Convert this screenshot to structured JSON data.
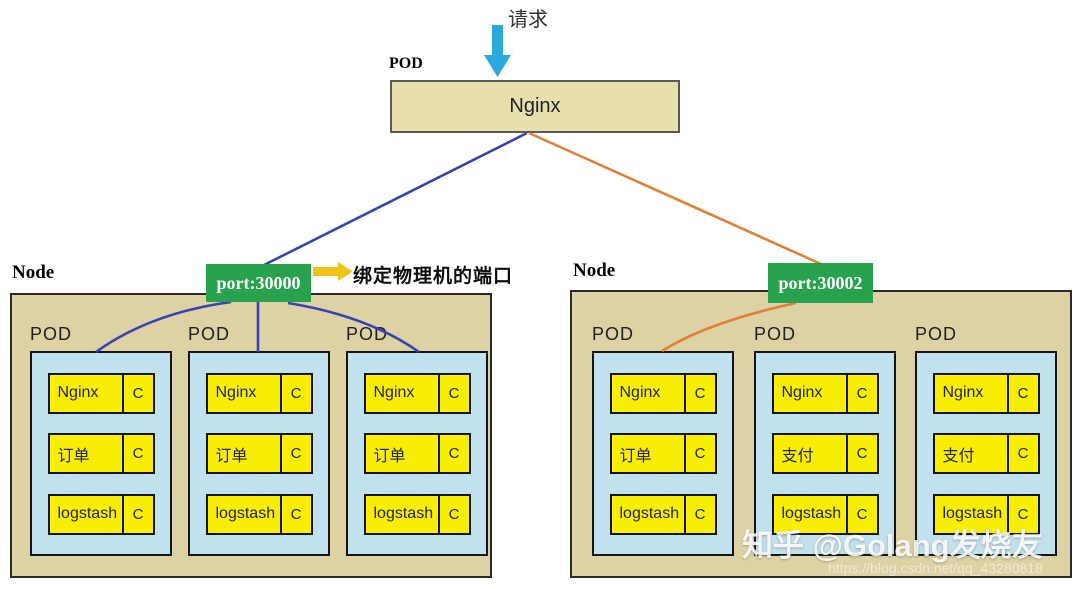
{
  "request": {
    "label": "请求"
  },
  "top_pod": {
    "label": "POD",
    "container": "Nginx"
  },
  "port_annotation": {
    "text": "绑定物理机的端口"
  },
  "nodes": [
    {
      "label": "Node",
      "port": "port:30000",
      "pods": [
        {
          "label": "POD",
          "containers": [
            {
              "name": "Nginx",
              "c": "C"
            },
            {
              "name": "订单",
              "c": "C"
            },
            {
              "name": "logstash",
              "c": "C"
            }
          ]
        },
        {
          "label": "POD",
          "containers": [
            {
              "name": "Nginx",
              "c": "C"
            },
            {
              "name": "订单",
              "c": "C"
            },
            {
              "name": "logstash",
              "c": "C"
            }
          ]
        },
        {
          "label": "POD",
          "containers": [
            {
              "name": "Nginx",
              "c": "C"
            },
            {
              "name": "订单",
              "c": "C"
            },
            {
              "name": "logstash",
              "c": "C"
            }
          ]
        }
      ]
    },
    {
      "label": "Node",
      "port": "port:30002",
      "pods": [
        {
          "label": "POD",
          "containers": [
            {
              "name": "Nginx",
              "c": "C"
            },
            {
              "name": "订单",
              "c": "C"
            },
            {
              "name": "logstash",
              "c": "C"
            }
          ]
        },
        {
          "label": "POD",
          "containers": [
            {
              "name": "Nginx",
              "c": "C"
            },
            {
              "name": "支付",
              "c": "C"
            },
            {
              "name": "logstash",
              "c": "C"
            }
          ]
        },
        {
          "label": "POD",
          "containers": [
            {
              "name": "Nginx",
              "c": "C"
            },
            {
              "name": "支付",
              "c": "C"
            },
            {
              "name": "logstash",
              "c": "C"
            }
          ]
        }
      ]
    }
  ],
  "watermark": {
    "text": "知乎 @Golang发烧友",
    "url": "https://blog.csdn.net/qq_43280818"
  },
  "colors": {
    "node_fill": "#ddd2a3",
    "top_box_fill": "#e7dfae",
    "pod_fill": "#c2e1ee",
    "container_fill": "#f8ee04",
    "port_fill": "#28a24d",
    "blue_line": "#3743b3",
    "orange_line": "#e08038",
    "request_arrow": "#2aa9dc",
    "bind_arrow": "#eec41b"
  }
}
